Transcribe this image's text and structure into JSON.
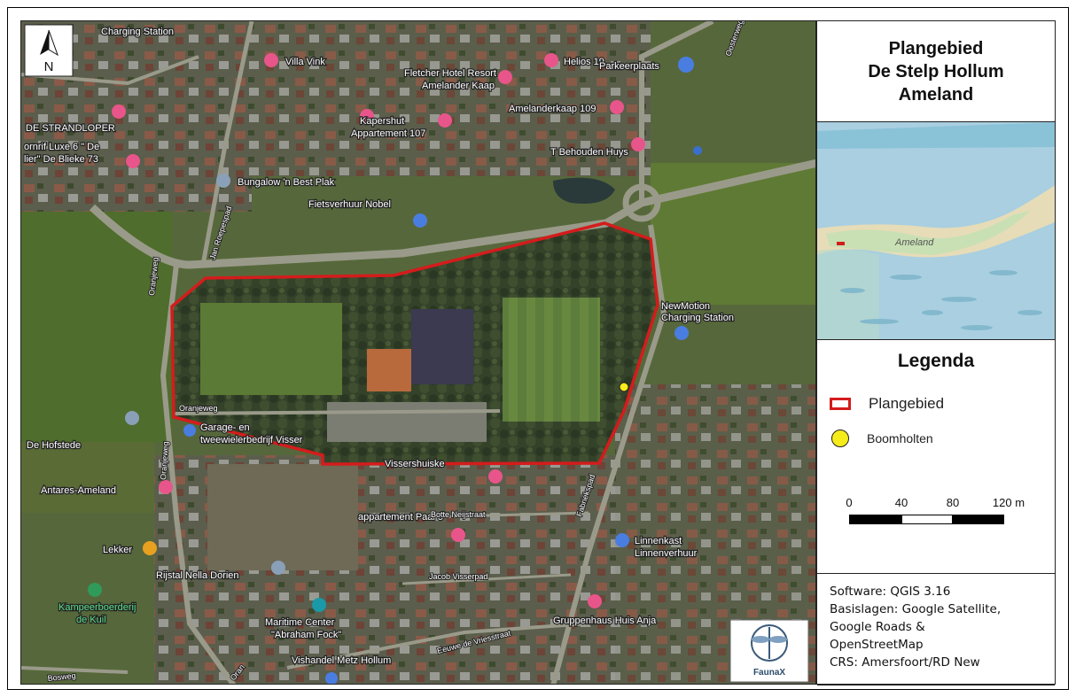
{
  "title": {
    "line1": "Plangebied",
    "line2": "De Stelp Hollum",
    "line3": "Ameland"
  },
  "north": {
    "letter": "N"
  },
  "inset": {
    "label": "Ameland"
  },
  "legend": {
    "title": "Legenda",
    "items": [
      {
        "label": "Plangebied",
        "symbol": "red-outline-rectangle",
        "color": "#d41c1c"
      },
      {
        "label": "Boomholten",
        "symbol": "yellow-circle",
        "color": "#f6ec1a"
      }
    ]
  },
  "scale": {
    "labels": [
      "0",
      "40",
      "80",
      "120 m"
    ]
  },
  "info": {
    "software": "Software: QGIS 3.16",
    "basemaps_1": "Basislagen: Google Satellite,",
    "basemaps_2": "Google Roads &",
    "basemaps_3": "OpenStreetMap",
    "crs": "CRS: Amersfoort/RD New"
  },
  "logo": {
    "text": "FaunaX"
  },
  "map_labels": {
    "charging_top": "Charging Station",
    "villa_vink": "Villa Vink",
    "fletcher_1": "Fletcher Hotel Resort",
    "fletcher_2": "Amelander Kaap",
    "helios": "Helios 19",
    "parkeerplaats": "Parkeerplaats",
    "amelanderkaap": "Amelanderkaap 109",
    "kapershut_1": "Kapershut",
    "kapershut_2": "Appartement 107",
    "strandloper": "DE STRANDLOPER",
    "ornrif_1": "ornrif Luxe 6 \" De",
    "ornrif_2": "lier\" De Blieke 73",
    "behouden": "T Behouden Huys",
    "bungalow": "Bungalow 'n Best Plak",
    "fietsverhuur": "Fietsverhuur Nobel",
    "jan_roepespad": "Jan Roepespad",
    "oranjeweg_v": "Oranjeweg",
    "newmotion_1": "NewMotion",
    "newmotion_2": "Charging Station",
    "oranjeweg_h": "Oranjeweg",
    "hofstede": "De Hofstede",
    "garage_1": "Garage- en",
    "garage_2": "tweewielerbedrijf Visser",
    "oranjeweg_v2": "Oranjeweg",
    "vissershuiske": "Vissershuiske",
    "antares": "Antares-Ameland",
    "botte": "Botte Neijstraat",
    "paal5": "appartement Paal 5",
    "fabriekspad": "Fabriekspad",
    "linnenkast_1": "Linnenkast",
    "linnenkast_2": "Linnenverhuur",
    "lekker": "Lekker",
    "rijstal": "Rijstal Nella Dorien",
    "jacob": "Jacob Visserpad",
    "kampeer_1": "Kampeerboerderij",
    "kampeer_2": "de Kuil",
    "maritime_1": "Maritime Center",
    "maritime_2": "\"Abraham Fock\"",
    "gruppenhaus": "Gruppenhaus Huis Anja",
    "eeuwe": "Eeuwe de Vriesstraat",
    "vishandel": "Vishandel Metz Hollum",
    "bosweg": "Bosweg",
    "oosterweg": "Oosterweg",
    "oran_bottom": "Oran"
  }
}
